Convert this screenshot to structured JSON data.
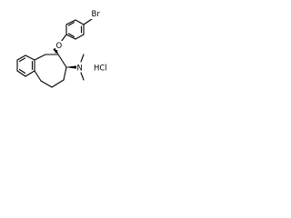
{
  "molecule": {
    "atoms": {
      "bromine": "Br",
      "oxygen": "O",
      "nitrogen": "N",
      "salt": "HCl"
    },
    "colors": {
      "ink": "#000000",
      "background": "#ffffff"
    }
  }
}
